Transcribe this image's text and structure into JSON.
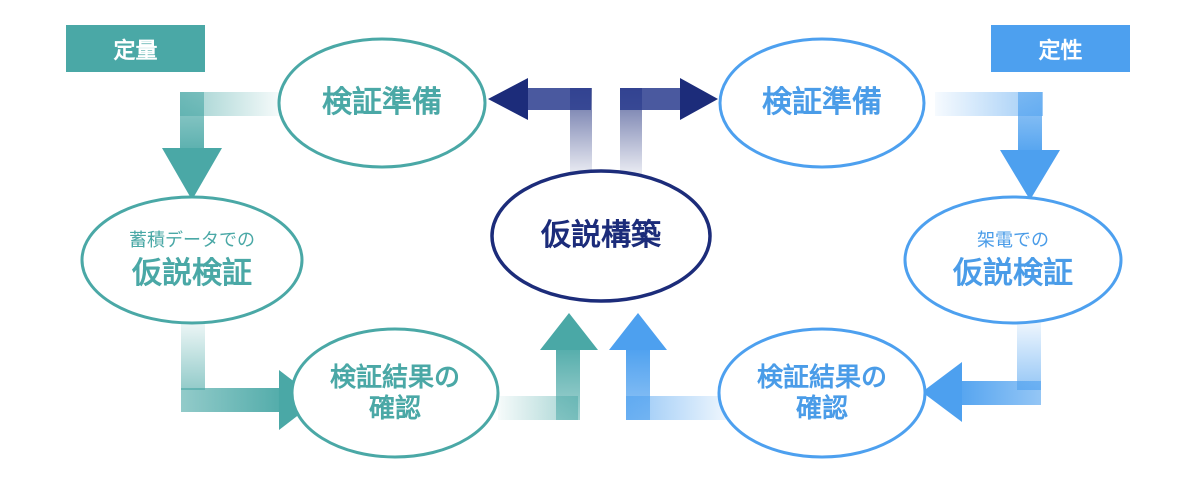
{
  "tags": {
    "left": "定量",
    "right": "定性"
  },
  "center": "仮説構築",
  "left": {
    "prep": "検証準備",
    "verify_sub": "蓄積データでの",
    "verify_main": "仮説検証",
    "confirm_line1": "検証結果の",
    "confirm_line2": "確認"
  },
  "right": {
    "prep": "検証準備",
    "verify_sub": "架電での",
    "verify_main": "仮説検証",
    "confirm_line1": "検証結果の",
    "confirm_line2": "確認"
  },
  "colors": {
    "teal": "#4aa8a6",
    "blue": "#4da0ef",
    "navy": "#1c2c7a"
  }
}
